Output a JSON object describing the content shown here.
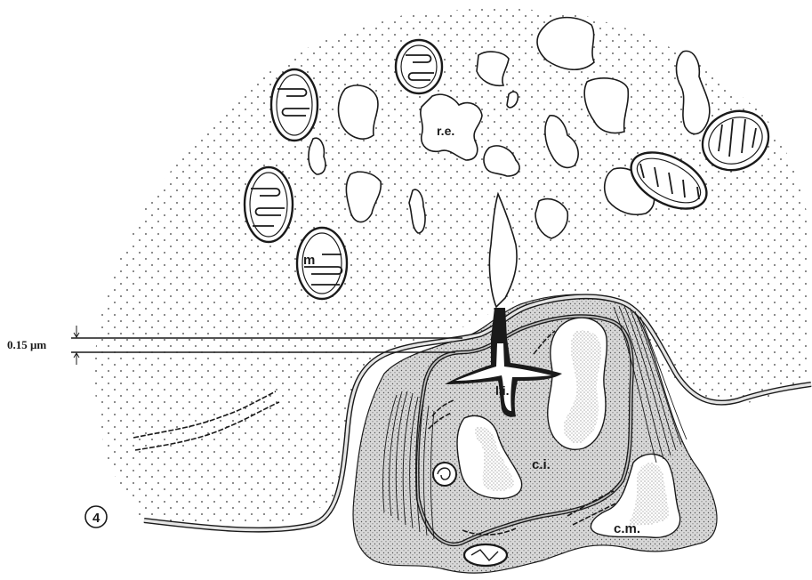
{
  "figure": {
    "number": "4",
    "scale_label": "0.15 μm"
  },
  "labels": {
    "mitochondrion": "m",
    "reticulum": "r.e.",
    "intercellular_lumen": "l.i.",
    "inner_zone": "c.i.",
    "marginal_zone": "c.m."
  },
  "colors": {
    "ink": "#1a1a1a",
    "paper": "#ffffff",
    "stipple": "#3a3a3a",
    "dense_fill": "#d8d8d8"
  }
}
